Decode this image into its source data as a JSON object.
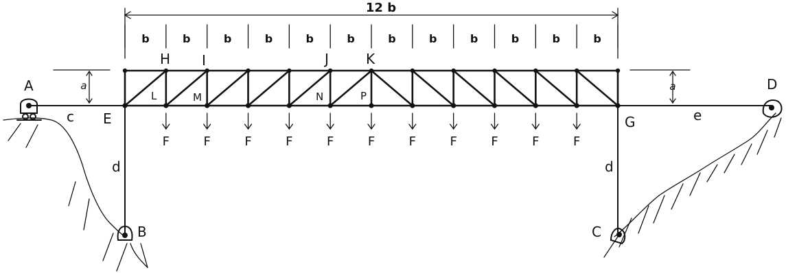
{
  "dimensions": {
    "total_span": "12 b",
    "panel": "b",
    "panel_count": 12,
    "height_left": "a",
    "height_right": "a",
    "left_overhang": "c",
    "right_overhang": "e",
    "left_column": "d",
    "right_column": "d"
  },
  "nodes": {
    "A": "A",
    "B": "B",
    "C": "C",
    "D": "D",
    "E": "E",
    "G": "G",
    "H": "H",
    "I": "I",
    "J": "J",
    "K": "K",
    "L": "L",
    "M": "M",
    "N": "N",
    "P": "P"
  },
  "loads": {
    "label": "F",
    "count": 11
  }
}
